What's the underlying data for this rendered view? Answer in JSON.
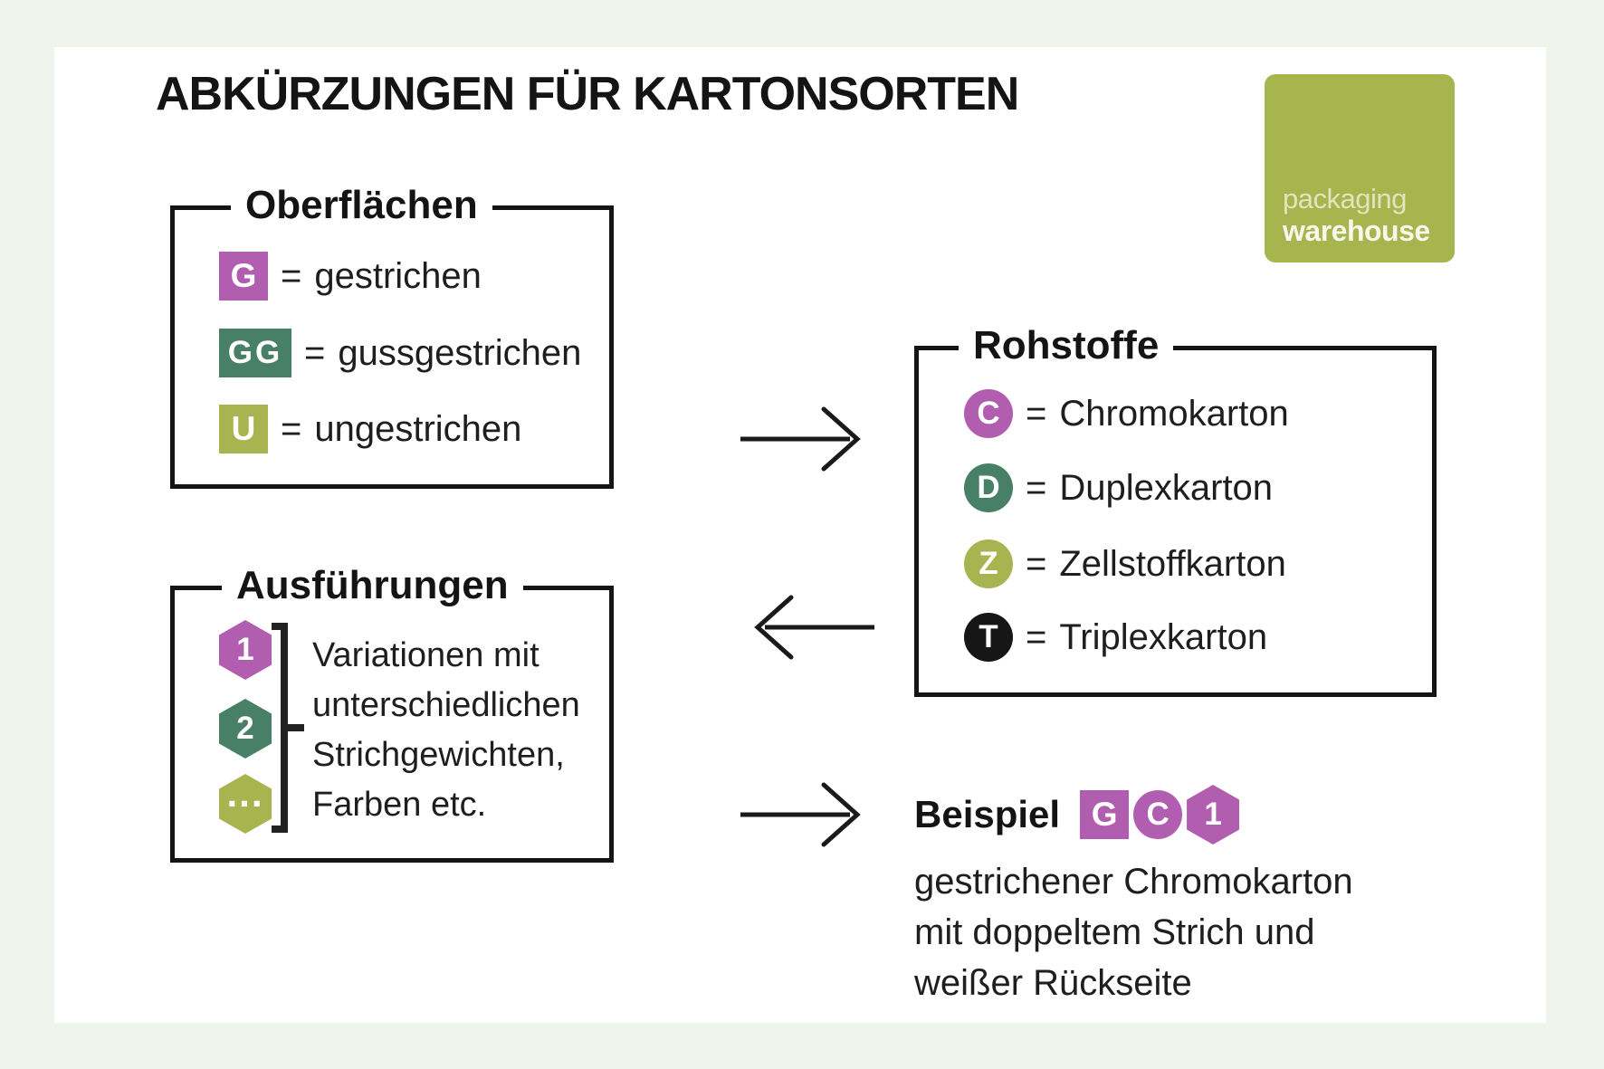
{
  "page": {
    "title": "ABKÜRZUNGEN FÜR KARTONSORTEN",
    "background_color": "#eff5ed",
    "card_color": "#ffffff"
  },
  "equals": "=",
  "colors": {
    "purple": "#b15eb1",
    "dark_green": "#478066",
    "olive_green": "#a8b44f",
    "black": "#161616",
    "logo_green": "#a7b54e",
    "border_black": "#141414"
  },
  "logo": {
    "line1": "packaging",
    "line2": "warehouse"
  },
  "icons": {
    "arrow_right_top": "right-arrow",
    "arrow_left_middle": "left-arrow",
    "arrow_right_bottom": "right-arrow",
    "bracket": "square-bracket"
  },
  "surfaces": {
    "title": "Oberflächen",
    "items": [
      {
        "code": "G",
        "label": "gestrichen",
        "shape": "square",
        "color": "#b15eb1"
      },
      {
        "code": "GG",
        "label": "gussgestrichen",
        "shape": "square",
        "color": "#478066"
      },
      {
        "code": "U",
        "label": "ungestrichen",
        "shape": "square",
        "color": "#a8b44f"
      }
    ]
  },
  "materials": {
    "title": "Rohstoffe",
    "items": [
      {
        "code": "C",
        "label": "Chromokarton",
        "shape": "circle",
        "color": "#b15eb1"
      },
      {
        "code": "D",
        "label": "Duplexkarton",
        "shape": "circle",
        "color": "#478066"
      },
      {
        "code": "Z",
        "label": "Zellstoffkarton",
        "shape": "circle",
        "color": "#a8b44f"
      },
      {
        "code": "T",
        "label": "Triplexkarton",
        "shape": "circle",
        "color": "#161616"
      }
    ]
  },
  "variants": {
    "title": "Ausführungen",
    "badges": [
      {
        "code": "1",
        "shape": "hexagon",
        "color": "#b15eb1"
      },
      {
        "code": "2",
        "shape": "hexagon",
        "color": "#478066"
      },
      {
        "code": "...",
        "shape": "hexagon",
        "color": "#a8b44f"
      }
    ],
    "description_lines": [
      "Variationen mit",
      "unterschiedlichen",
      "Strichgewichten,",
      "Farben etc."
    ]
  },
  "example": {
    "heading": "Beispiel",
    "badges": [
      {
        "code": "G",
        "shape": "square",
        "color": "#b15eb1"
      },
      {
        "code": "C",
        "shape": "circle",
        "color": "#b15eb1"
      },
      {
        "code": "1",
        "shape": "hexagon",
        "color": "#b15eb1"
      }
    ],
    "description_lines": [
      "gestrichener Chromokarton",
      "mit doppeltem Strich und",
      "weißer Rückseite"
    ]
  }
}
